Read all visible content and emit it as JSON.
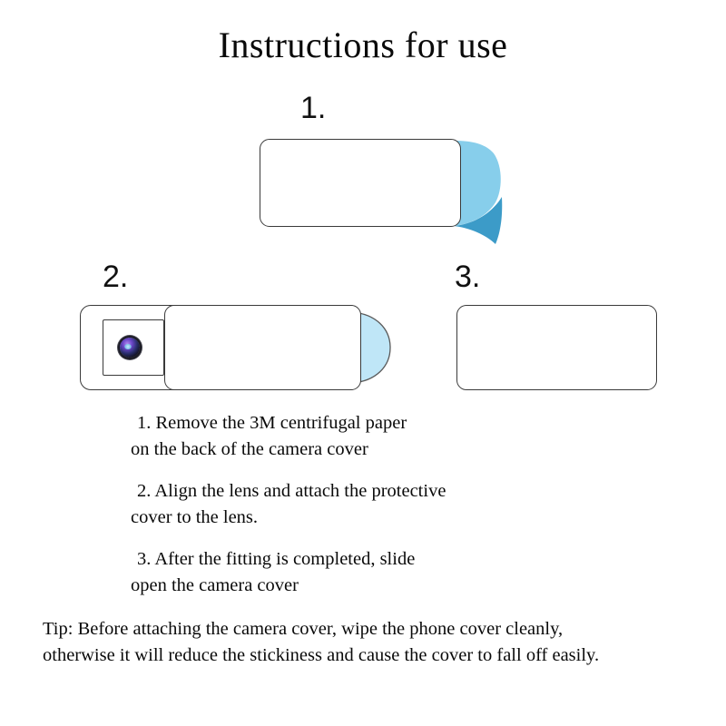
{
  "document": {
    "title": "Instructions for use",
    "background_color": "#FFFFFF",
    "text_color": "#0A0A0A"
  },
  "steps": [
    {
      "number_label": "1.",
      "figure_name": "camera-cover-with-peel-tab",
      "description": "Rounded rectangle camera cover with a blue 3M peel-off paper tab curling off the right edge",
      "colors": {
        "outline": "#3A3A3A",
        "body_fill": "#FFFFFF",
        "tab_light_blue": "#87CEEB",
        "tab_dark_blue": "#3C9BC8"
      }
    },
    {
      "number_label": "2.",
      "figure_name": "phone-with-lens-and-sliding-cover",
      "description": "Phone back outline with square camera module, lens, and sliding protective cover with light blue pull tab",
      "colors": {
        "outline": "#3A3A3A",
        "body_fill": "#FFFFFF",
        "tab_blue": "#BFE6F7",
        "lens_ring": "#1B1B24",
        "lens_iris": "#6A46C8",
        "lens_glint": "#7FC7E8"
      }
    },
    {
      "number_label": "3.",
      "figure_name": "closed-camera-cover",
      "description": "Plain rounded rectangle showing the cover fitted and closed",
      "colors": {
        "outline": "#3A3A3A",
        "body_fill": "#FFFFFF"
      }
    }
  ],
  "instructions": [
    {
      "id": "instruction-1",
      "lines": [
        "1. Remove the 3M centrifugal paper",
        "on the back of the camera cover"
      ]
    },
    {
      "id": "instruction-2",
      "lines": [
        "2. Align the lens and attach the protective",
        "cover to the lens."
      ]
    },
    {
      "id": "instruction-3",
      "lines": [
        "3. After the fitting is completed, slide",
        "open the camera cover"
      ]
    }
  ],
  "tip": {
    "lines": [
      "Tip: Before attaching the camera cover, wipe the phone cover cleanly,",
      "otherwise it will reduce the stickiness and cause the cover to fall off easily."
    ]
  }
}
